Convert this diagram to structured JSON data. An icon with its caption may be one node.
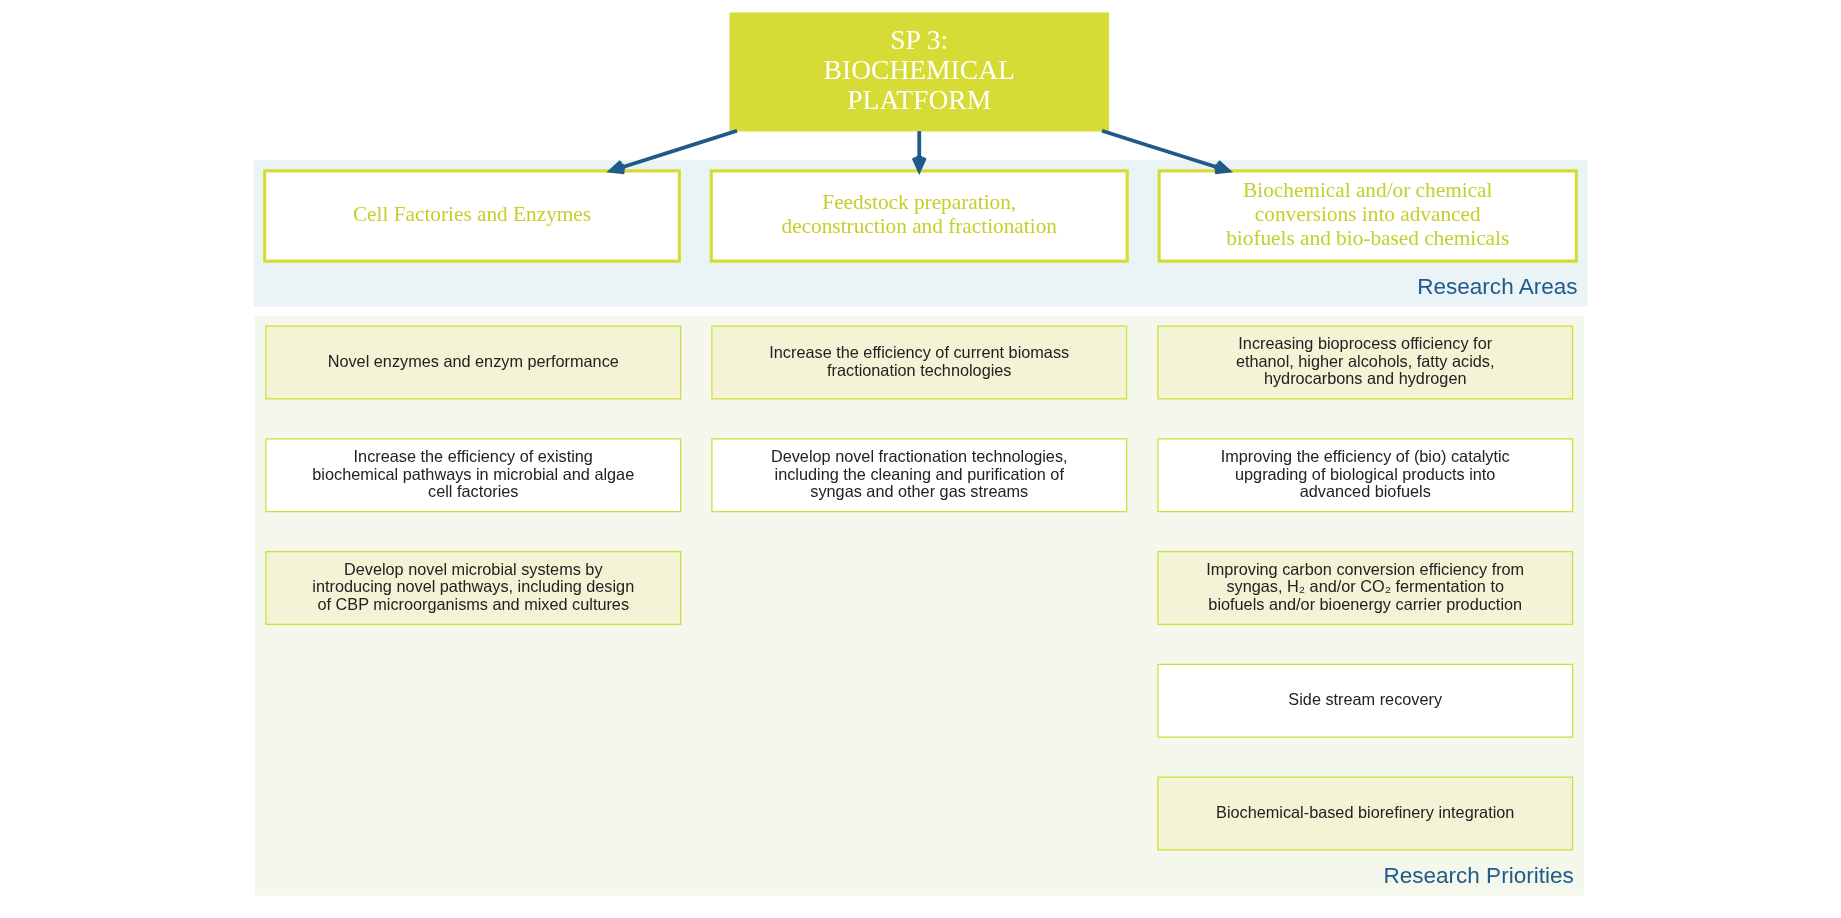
{
  "diagram": {
    "nodes": [
      {
        "text": [
          "Research Areas"
        ]
      },
      {
        "text": [
          "SP 3: BIOCHEMICAL PLATFORM"
        ]
      },
      {
        "text": [
          "Cell Factories and Enzymes"
        ],
        "in": 0
      },
      {
        "text": [
          "Feedstock preparation, deconstruction and fractionation"
        ],
        "in": 0
      },
      {
        "text": [
          "Biochemical and/or chemical conversions into advanced biofuels and bio-based chemicals"
        ],
        "in": 0
      },
      {
        "text": [
          "Research Priorities"
        ]
      },
      {
        "text": [
          "Novel enzymes and enzym performance"
        ],
        "in": 5
      },
      {
        "text": [
          "Increase the efficiency of existing biochemical pathways in microbial and algae cell factories"
        ],
        "in": 5
      },
      {
        "text": [
          "Develop novel microbial systems by introducing novel pathways, including design of CBP microorganisms and mixed cultures"
        ],
        "in": 5
      },
      {
        "text": [
          "Increase the efficiency of current biomass fractionation technologies"
        ],
        "in": 5
      },
      {
        "text": [
          "Develop novel fractionation technologies, including the cleaning and purification of syngas and other gas streams"
        ],
        "in": 5
      },
      {
        "text": [
          "Increasing bioprocess officiency for ethanol, higher alcohols, fatty acids, hydrocarbons and hydrogen"
        ],
        "in": 5
      },
      {
        "text": [
          "Improving the efficiency of (bio) catalytic upgrading of biological products into advanced biofuels"
        ],
        "in": 5
      },
      {
        "text": [
          "Improving carbon conversion efficiency from syngas, H₂ and/or CO₂ fermentation to biofuels and/or bioenergy carrier production"
        ],
        "in": 5
      },
      {
        "text": [
          "Side stream recovery"
        ],
        "in": 5
      },
      {
        "text": [
          "Biochemical-based biorefinery integration"
        ],
        "in": 5
      }
    ],
    "edges": [
      {
        "from": 1,
        "to": 2,
        "arrow": "to"
      },
      {
        "from": 1,
        "to": 3,
        "arrow": "to"
      },
      {
        "from": 1,
        "to": 4,
        "arrow": "to"
      }
    ]
  }
}
